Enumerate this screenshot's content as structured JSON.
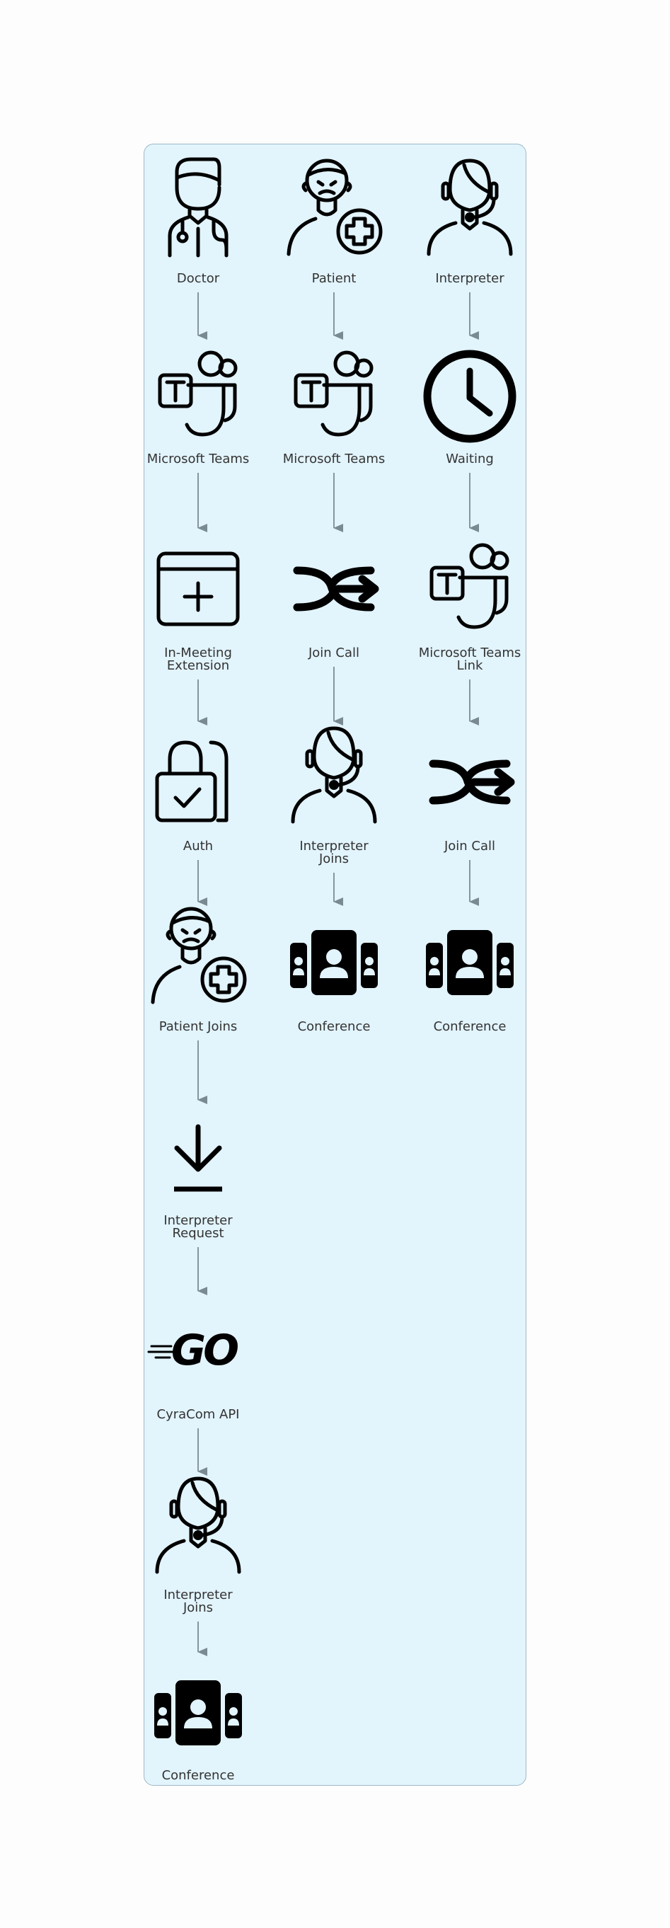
{
  "columns": [
    {
      "nodes": [
        {
          "id": "doctor",
          "label": "Doctor",
          "icon": "doctor-icon"
        },
        {
          "id": "teams-1",
          "label": "Microsoft Teams",
          "icon": "microsoft-teams-icon"
        },
        {
          "id": "ext",
          "label": "In-Meeting Extension",
          "icon": "add-window-icon"
        },
        {
          "id": "auth",
          "label": "Auth",
          "icon": "lock-check-icon"
        },
        {
          "id": "patient-joins",
          "label": "Patient Joins",
          "icon": "patient-icon"
        },
        {
          "id": "interp-req",
          "label": "Interpreter Request",
          "icon": "download-icon"
        },
        {
          "id": "cyracom",
          "label": "CyraCom API",
          "icon": "go-logo-icon"
        },
        {
          "id": "interp-joins-1",
          "label": "Interpreter Joins",
          "icon": "interpreter-icon"
        },
        {
          "id": "conf-1",
          "label": "Conference",
          "icon": "conference-icon"
        }
      ]
    },
    {
      "nodes": [
        {
          "id": "patient",
          "label": "Patient",
          "icon": "patient-icon"
        },
        {
          "id": "teams-2",
          "label": "Microsoft Teams",
          "icon": "microsoft-teams-icon"
        },
        {
          "id": "join-call-1",
          "label": "Join Call",
          "icon": "merge-arrow-icon"
        },
        {
          "id": "interp-joins-2",
          "label": "Interpreter Joins",
          "icon": "interpreter-icon"
        },
        {
          "id": "conf-2",
          "label": "Conference",
          "icon": "conference-icon"
        }
      ]
    },
    {
      "nodes": [
        {
          "id": "interpreter",
          "label": "Interpreter",
          "icon": "interpreter-icon"
        },
        {
          "id": "waiting",
          "label": "Waiting",
          "icon": "clock-icon"
        },
        {
          "id": "teams-link",
          "label": "Microsoft Teams Link",
          "icon": "microsoft-teams-icon"
        },
        {
          "id": "join-call-2",
          "label": "Join Call",
          "icon": "merge-arrow-icon"
        },
        {
          "id": "conf-3",
          "label": "Conference",
          "icon": "conference-icon"
        }
      ]
    }
  ],
  "edges": [
    [
      "doctor",
      "teams-1"
    ],
    [
      "teams-1",
      "ext"
    ],
    [
      "ext",
      "auth"
    ],
    [
      "auth",
      "patient-joins"
    ],
    [
      "patient-joins",
      "interp-req"
    ],
    [
      "interp-req",
      "cyracom"
    ],
    [
      "cyracom",
      "interp-joins-1"
    ],
    [
      "interp-joins-1",
      "conf-1"
    ],
    [
      "patient",
      "teams-2"
    ],
    [
      "teams-2",
      "join-call-1"
    ],
    [
      "join-call-1",
      "interp-joins-2"
    ],
    [
      "interp-joins-2",
      "conf-2"
    ],
    [
      "interpreter",
      "waiting"
    ],
    [
      "waiting",
      "teams-link"
    ],
    [
      "teams-link",
      "join-call-2"
    ],
    [
      "join-call-2",
      "conf-3"
    ]
  ],
  "colors": {
    "panel_fill": "#e2f4fc",
    "panel_border": "#9fb9c6",
    "edge": "#6f7f88",
    "label": "#333333",
    "icon": "#000000"
  }
}
